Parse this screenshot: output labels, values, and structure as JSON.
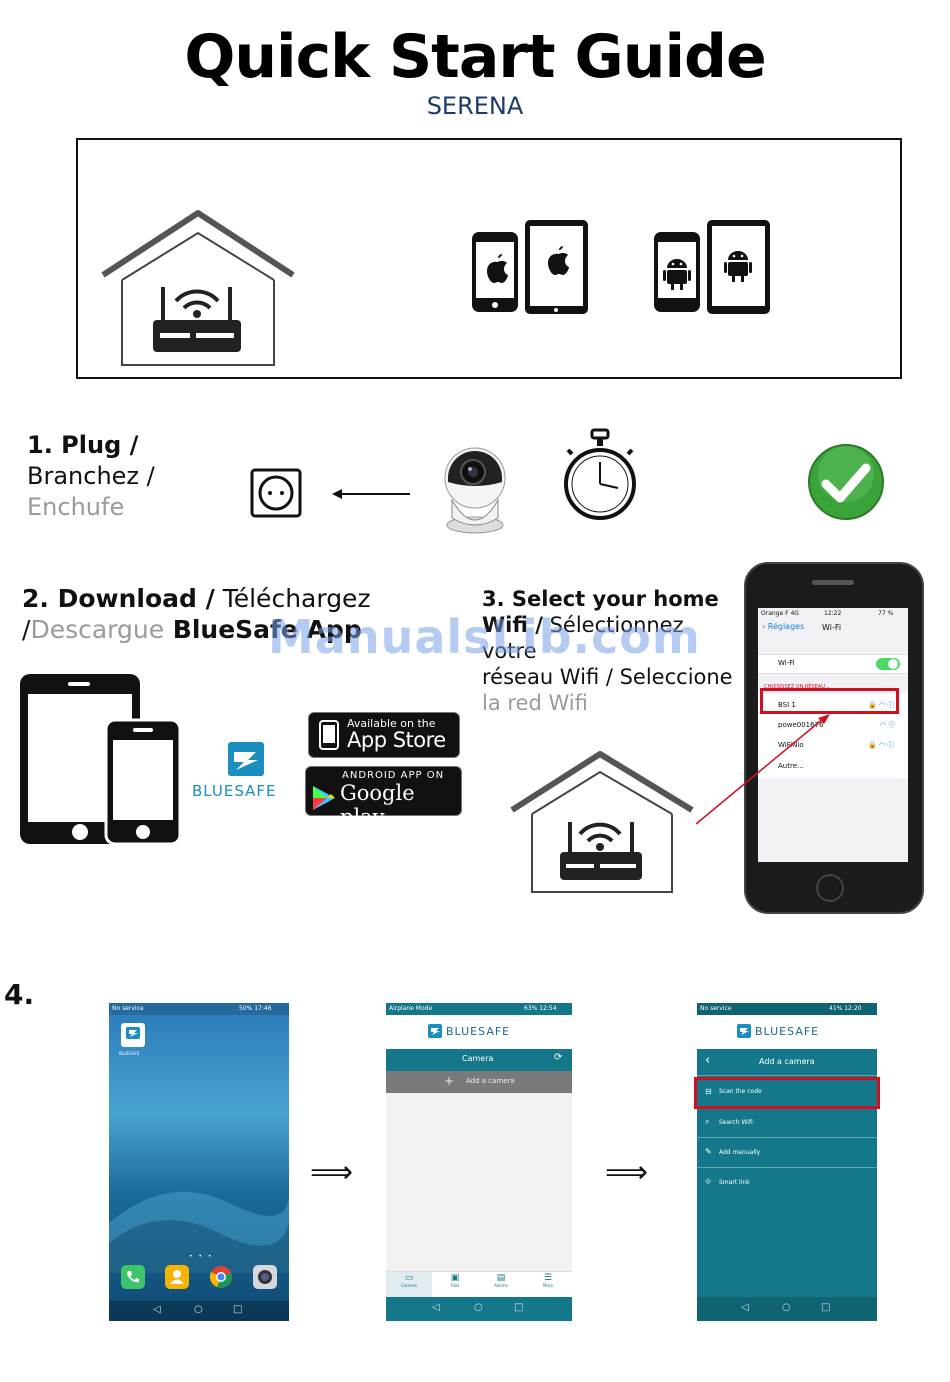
{
  "header": {
    "title": "Quick Start Guide",
    "subtitle": "SERENA"
  },
  "step1": {
    "line1": "1. Plug /",
    "line2": "Branchez /",
    "line3": "Enchufe"
  },
  "step2": {
    "number": "2. Download /",
    "fr": " Téléchargez",
    "slash": "/",
    "es": "Descargue",
    "app": " BlueSafe App"
  },
  "step3": {
    "line1": "3. Select your home",
    "line2a": "Wifi /",
    "line2b": " Sélectionnez votre",
    "line3": "réseau Wifi / Seleccione",
    "line4": "la red Wifi"
  },
  "step4": {
    "label": "4."
  },
  "watermark": "ManualsLib.com",
  "badges": {
    "appstore_small": "Available on the",
    "appstore_big": "App Store",
    "google_small": "ANDROID APP ON",
    "google_big": "Google play"
  },
  "brand": {
    "name": "BLUESAFE",
    "color": "#1a8fbf"
  },
  "iphone": {
    "status_carrier": "Orange F",
    "status_net": "4G",
    "status_time": "12:22",
    "status_battery": "77 %",
    "back_label": "Réglages",
    "nav_title": "Wi-Fi",
    "wifi_label": "Wi-Fi",
    "section_label": "CHOISISSEZ UN RÉSEAU...",
    "networks": [
      "BSI 1",
      "powe001676",
      "WiFiNio",
      "Autre..."
    ]
  },
  "screens": {
    "s1": {
      "status_left": "No service",
      "status_right": "50%  17:46",
      "app_label": "BLUESAFE"
    },
    "s2": {
      "status_left": "Airplane Mode",
      "status_right": "63%  12:54",
      "brand": "BLUESAFE",
      "bar_title": "Camera",
      "add_label": "Add a camera",
      "tabs": [
        "Camera",
        "Files",
        "Alarms",
        "More"
      ]
    },
    "s3": {
      "status_left": "No service",
      "status_right": "41%  12:20",
      "brand": "BLUESAFE",
      "bar_title": "Add a camera",
      "items": [
        "Scan the code",
        "Search Wifi",
        "Add manually",
        "Smart link"
      ]
    }
  },
  "colors": {
    "accent_red": "#d0101e",
    "teal": "#14788a",
    "toggle_green": "#4cd964",
    "check_green": "#3aa33a"
  }
}
